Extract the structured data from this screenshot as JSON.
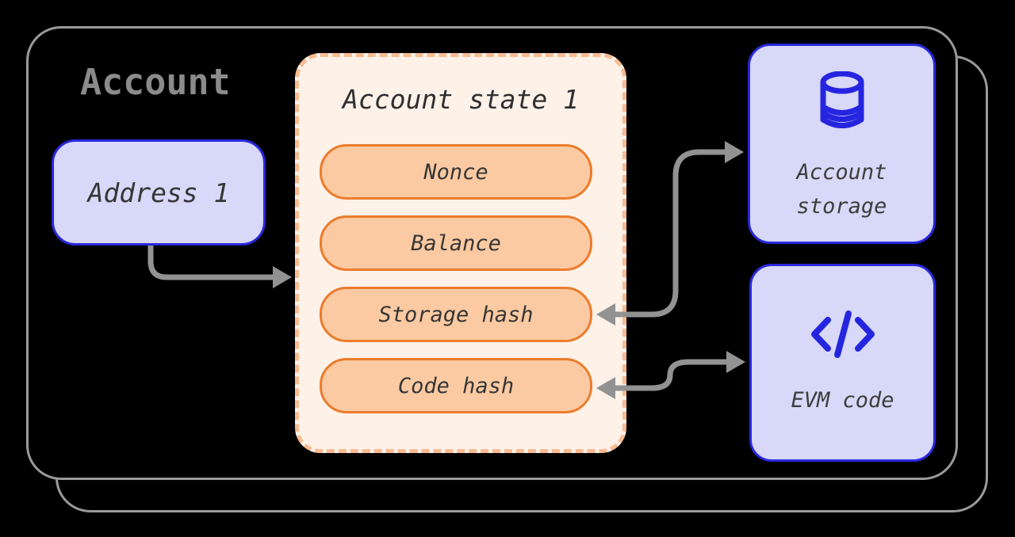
{
  "title": "Account",
  "address_box": {
    "label": "Address 1"
  },
  "state_box": {
    "title": "Account state 1",
    "fields": [
      {
        "label": "Nonce"
      },
      {
        "label": "Balance"
      },
      {
        "label": "Storage hash"
      },
      {
        "label": "Code hash"
      }
    ]
  },
  "storage_box": {
    "label": "Account storage",
    "icon": "database-icon"
  },
  "code_box": {
    "label": "EVM code",
    "icon": "code-icon"
  },
  "colors": {
    "accent_blue": "#2828dd",
    "accent_orange": "#eb7c2c",
    "lavender_fill": "#d8d8f8",
    "peach_fill": "#fccaa2",
    "cream_fill": "#fdf1e8",
    "dash_orange": "#f8bb92",
    "arrow_gray": "#929292",
    "container_gray": "#9a9a9a",
    "title_gray": "#8b8b8b"
  }
}
